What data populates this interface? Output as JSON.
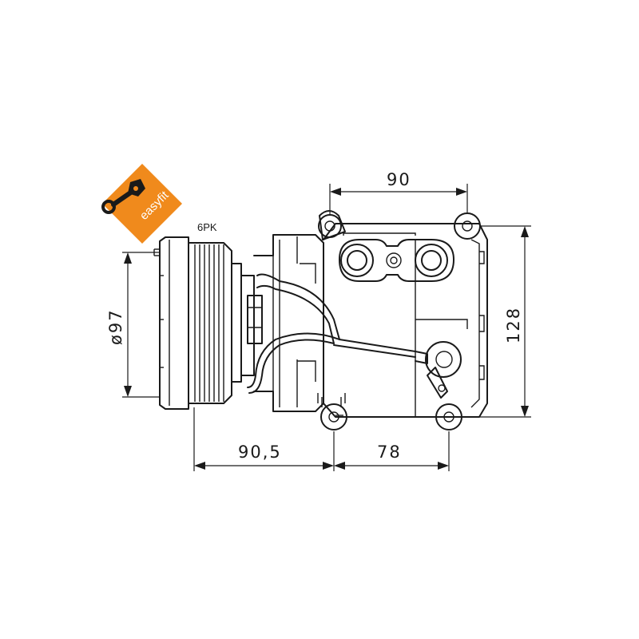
{
  "logo": {
    "text": "easyfit",
    "color": "#f08a1c",
    "icon": "wrench-icon"
  },
  "belt_label": "6PK",
  "dimensions": {
    "diameter": "ø97",
    "top_width": "90",
    "height": "128",
    "bottom_left": "90,5",
    "bottom_right": "78"
  }
}
